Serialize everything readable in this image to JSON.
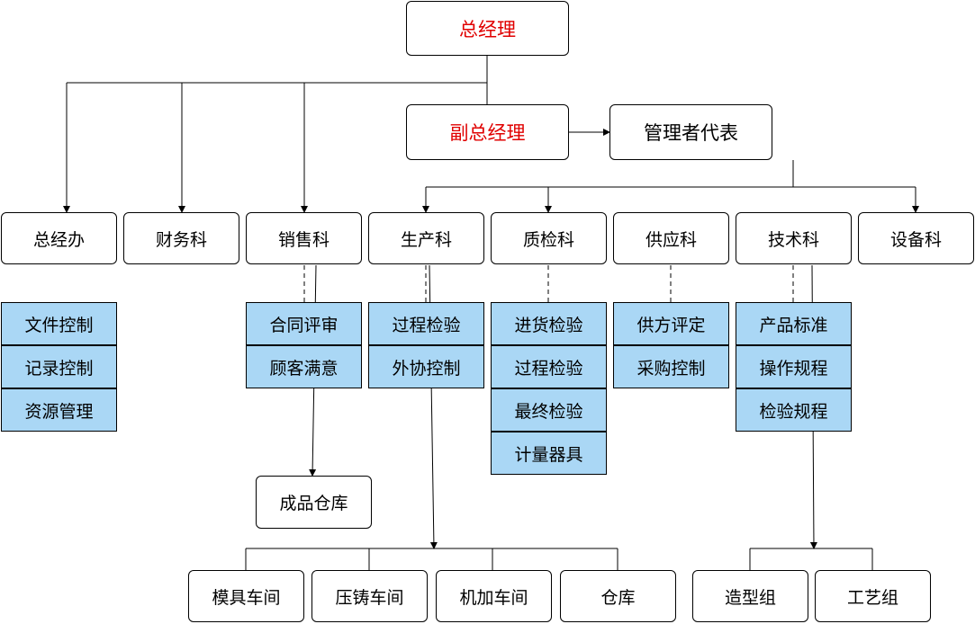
{
  "colors": {
    "accent_red": "#e00000",
    "sub_fill": "#aad7f5",
    "stroke": "#000000"
  },
  "top": {
    "gm": "总经理",
    "deputy": "副总经理",
    "rep": "管理者代表"
  },
  "departments": {
    "office": "总经办",
    "finance": "财务科",
    "sales": "销售科",
    "production": "生产科",
    "quality": "质检科",
    "supply": "供应科",
    "technology": "技术科",
    "equipment": "设备科"
  },
  "office_items": [
    "文件控制",
    "记录控制",
    "资源管理"
  ],
  "sales_items": [
    "合同评审",
    "顾客满意"
  ],
  "production_items": [
    "过程检验",
    "外协控制"
  ],
  "quality_items": [
    "进货检验",
    "过程检验",
    "最终检验",
    "计量器具"
  ],
  "supply_items": [
    "供方评定",
    "采购控制"
  ],
  "tech_items": [
    "产品标准",
    "操作规程",
    "检验规程"
  ],
  "finished_goods": "成品仓库",
  "workshops": [
    "模具车间",
    "压铸车间",
    "机加车间",
    "仓库"
  ],
  "tech_groups": [
    "造型组",
    "工艺组"
  ]
}
